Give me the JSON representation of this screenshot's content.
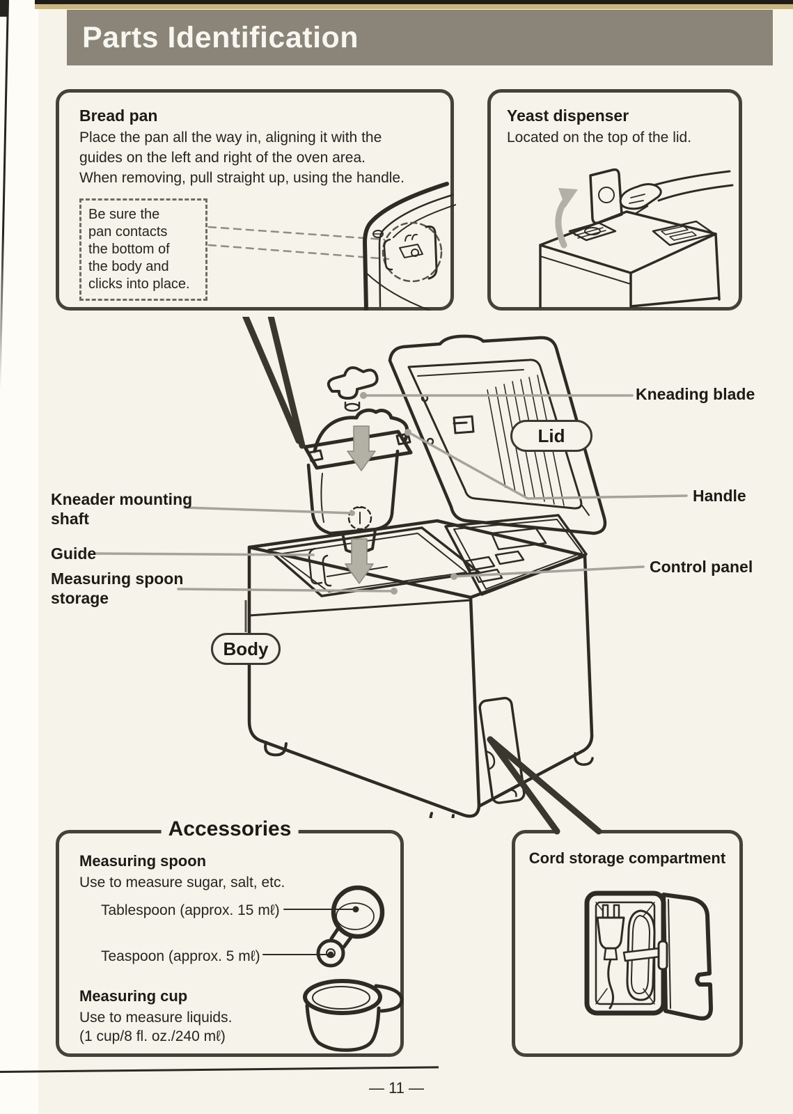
{
  "page": {
    "title": "Parts Identification",
    "page_number": "— 11 —"
  },
  "colors": {
    "title_bar": "#8a8578",
    "page_background": "#f6f3ea",
    "box_border": "#45423a",
    "leader_line": "#a6a39a",
    "arrow_gray": "#b3b0a6",
    "scan_edge_blue": "#d9e4e2"
  },
  "bread_pan_box": {
    "heading": "Bread pan",
    "body": "Place the pan all the way in, aligning it with the\nguides on the left and right of the oven area.\nWhen removing, pull straight up, using the handle.",
    "note": "Be sure the\npan contacts\nthe bottom of\nthe body and\nclicks into place."
  },
  "yeast_box": {
    "heading": "Yeast dispenser",
    "body": "Located on the top of the lid."
  },
  "diagram_labels": {
    "kneading_blade": "Kneading blade",
    "lid": "Lid",
    "handle": "Handle",
    "control_panel": "Control panel",
    "kneader_mounting_shaft": "Kneader mounting\nshaft",
    "guide": "Guide",
    "measuring_spoon_storage": "Measuring spoon\nstorage",
    "body": "Body"
  },
  "accessories_box": {
    "heading": "Accessories",
    "spoon_heading": "Measuring spoon",
    "spoon_body": "Use to measure sugar, salt, etc.",
    "tablespoon": "Tablespoon (approx. 15 mℓ)",
    "teaspoon": "Teaspoon (approx. 5 mℓ)",
    "cup_heading": "Measuring cup",
    "cup_body": "Use to measure liquids.",
    "cup_capacity": "(1 cup/8 fl. oz./240 mℓ)"
  },
  "cord_box": {
    "heading": "Cord storage compartment"
  }
}
